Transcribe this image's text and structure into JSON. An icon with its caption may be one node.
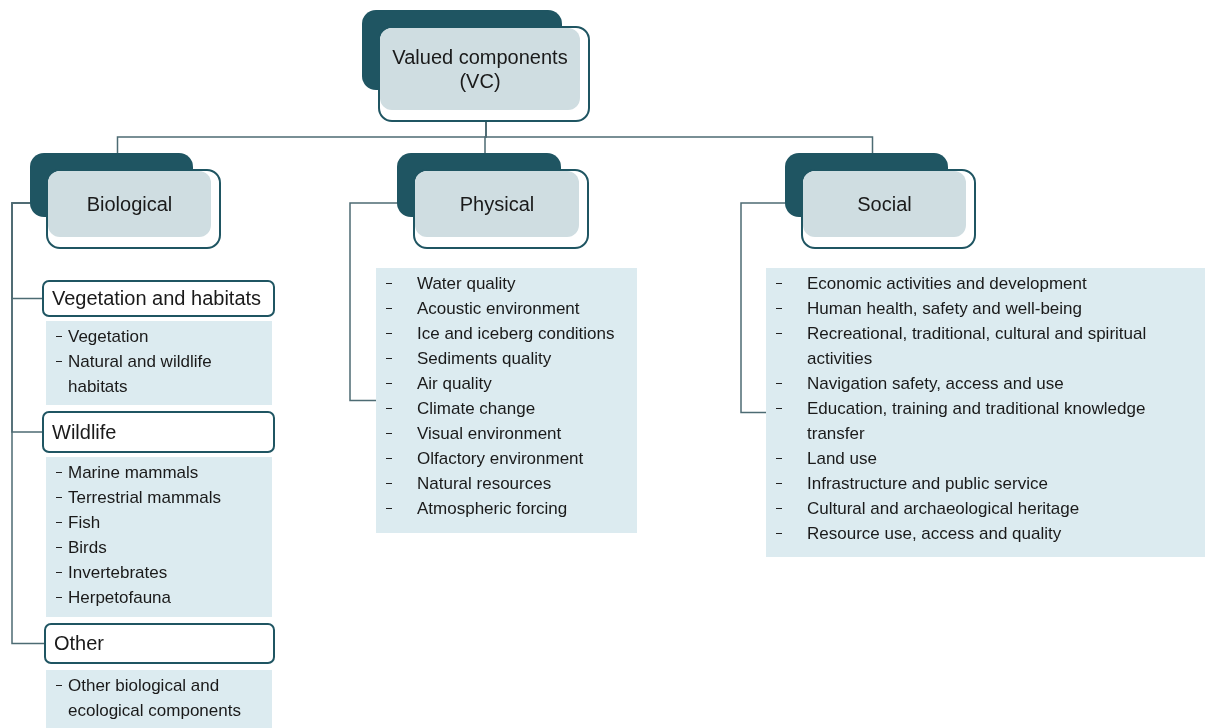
{
  "diagram": {
    "nodes": [
      {
        "text": [
          "Valued components (VC)"
        ]
      },
      {
        "text": [
          "Biological"
        ]
      },
      {
        "text": [
          "Physical"
        ]
      },
      {
        "text": [
          "Social"
        ]
      },
      {
        "text": [
          "Vegetation and habitats"
        ]
      },
      {
        "text": [
          "Vegetation",
          "Natural and wildlife habitats"
        ]
      },
      {
        "text": [
          "Wildlife"
        ]
      },
      {
        "text": [
          "Marine mammals",
          "Terrestrial mammals",
          "Fish",
          "Birds",
          "Invertebrates",
          "Herpetofauna"
        ]
      },
      {
        "text": [
          "Other"
        ]
      },
      {
        "text": [
          "Other biological and ecological components"
        ]
      },
      {
        "text": [
          "Water quality",
          "Acoustic environment",
          "Ice and iceberg conditions",
          "Sediments quality",
          "Air quality",
          "Climate change",
          "Visual environment",
          "Olfactory environment",
          "Natural resources",
          "Atmospheric forcing"
        ]
      },
      {
        "text": [
          "Economic activities and development",
          "Human health, safety and well-being",
          "Recreational, traditional, cultural and spiritual activities",
          "Navigation safety, access and use",
          "Education, training and traditional knowledge transfer",
          "Land use",
          "Infrastructure and public service",
          "Cultural and archaeological heritage",
          "Resource use, access and quality"
        ]
      }
    ],
    "edges": [
      {
        "from": 0,
        "to": 1,
        "arrow": "none"
      },
      {
        "from": 0,
        "to": 2,
        "arrow": "none"
      },
      {
        "from": 0,
        "to": 3,
        "arrow": "none"
      },
      {
        "from": 1,
        "to": 4,
        "arrow": "none"
      },
      {
        "from": 1,
        "to": 6,
        "arrow": "none"
      },
      {
        "from": 1,
        "to": 8,
        "arrow": "none"
      },
      {
        "from": 2,
        "to": 10,
        "arrow": "none"
      },
      {
        "from": 3,
        "to": 11,
        "arrow": "none"
      }
    ]
  }
}
